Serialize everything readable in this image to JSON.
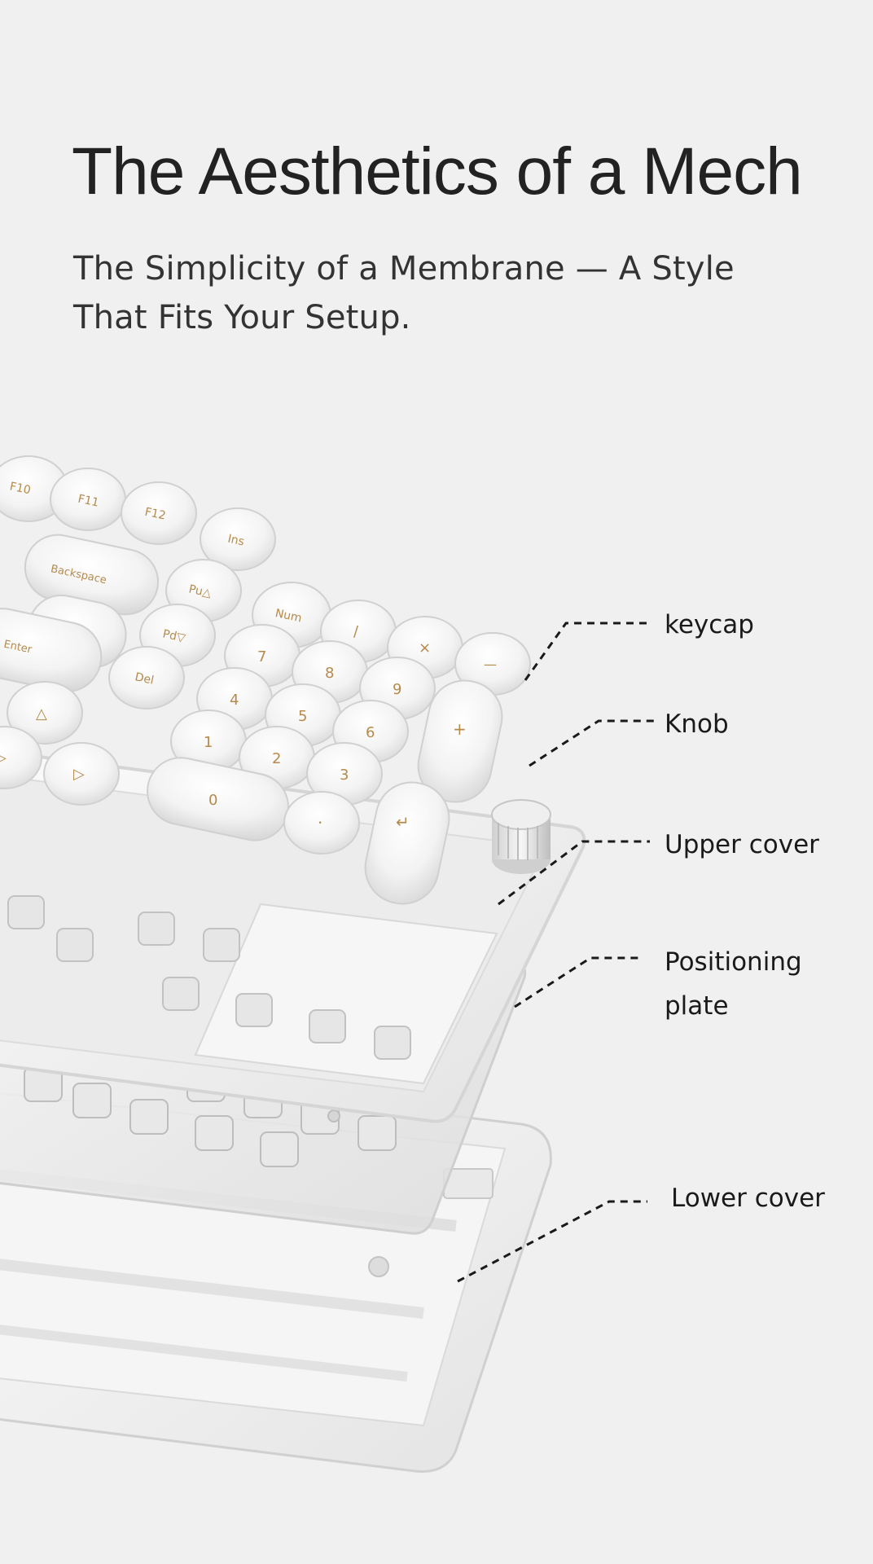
{
  "heading": {
    "title": "The Aesthetics of a Mech",
    "subtitle_line1": "The Simplicity of a Membrane — A Style",
    "subtitle_line2": "That Fits Your Setup."
  },
  "callouts": {
    "keycap": "keycap",
    "knob": "Knob",
    "upper_cover": "Upper cover",
    "positioning_plate_line1": "Positioning",
    "positioning_plate_line2": "plate",
    "lower_cover": "Lower cover"
  },
  "keycap_legends": {
    "f10": "F10",
    "f11": "F11",
    "f12": "F12",
    "ins": "Ins",
    "backspace": "Backspace",
    "pgup": "Pu△",
    "pgdn": "Pd▽",
    "del": "Del",
    "enter": "Enter",
    "num": "Num",
    "slash": "/",
    "asterisk": "×",
    "minus": "—",
    "plus": "+",
    "seven": "7",
    "eight": "8",
    "nine": "9",
    "four": "4",
    "five": "5",
    "six": "6",
    "one": "1",
    "two": "2",
    "three": "3",
    "zero": "0",
    "dot": "·",
    "numenter": "↵",
    "up": "△",
    "left": "▷",
    "right": "▷",
    "backslash": "|"
  },
  "colors": {
    "background": "#f0f0f0",
    "heading": "#222222",
    "legend": "#b78a4c",
    "callout_line": "#1a1a1a"
  }
}
